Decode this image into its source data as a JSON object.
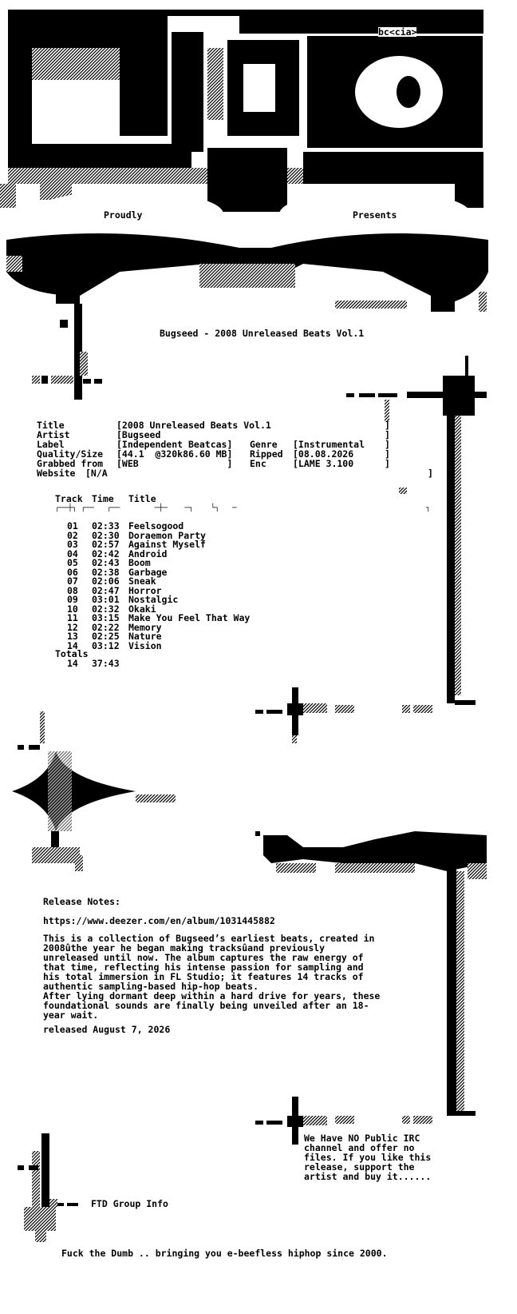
{
  "header": {
    "credit": "bc<cia>",
    "proudly": "Proudly",
    "presents": "Presents",
    "release_title": "Bugseed - 2008 Unreleased Beats Vol.1"
  },
  "info": {
    "title_label": "Title",
    "title_value": "[2008 Unreleased Beats Vol.1",
    "artist_label": "Artist",
    "artist_value": "[Bugseed",
    "label_label": "Label",
    "label_value": "[Independent Beatcas]",
    "genre_label": "Genre",
    "genre_value": "[Instrumental",
    "quality_label": "Quality/Size",
    "quality_value": "[44.1  @320k86.60 MB]",
    "ripped_label": "Ripped",
    "ripped_value": "[08.08.2026",
    "grabbed_label": "Grabbed from",
    "grabbed_value": "[WEB                ]",
    "enc_label": "Enc",
    "enc_value": "[LAME 3.100",
    "website_label": "Website",
    "website_value": "[N/A",
    "close_bracket": "]"
  },
  "tracklist": {
    "header_track": "Track",
    "header_time": "Time",
    "header_title": "Title",
    "rule": "┌──┼┐ ┌──   ┌──        ─┼─    ─┐    └┐   ─",
    "rule_end": "┐",
    "tracks": [
      {
        "no": "01",
        "time": "02:33",
        "title": "Feelsogood"
      },
      {
        "no": "02",
        "time": "02:30",
        "title": "Doraemon Party"
      },
      {
        "no": "03",
        "time": "02:57",
        "title": "Against Myself"
      },
      {
        "no": "04",
        "time": "02:42",
        "title": "Android"
      },
      {
        "no": "05",
        "time": "02:43",
        "title": "Boom"
      },
      {
        "no": "06",
        "time": "02:38",
        "title": "Garbage"
      },
      {
        "no": "07",
        "time": "02:06",
        "title": "Sneak"
      },
      {
        "no": "08",
        "time": "02:47",
        "title": "Horror"
      },
      {
        "no": "09",
        "time": "03:01",
        "title": "Nostalgic"
      },
      {
        "no": "10",
        "time": "02:32",
        "title": "Okaki"
      },
      {
        "no": "11",
        "time": "03:15",
        "title": "Make You Feel That Way"
      },
      {
        "no": "12",
        "time": "02:22",
        "title": "Memory"
      },
      {
        "no": "13",
        "time": "02:25",
        "title": "Nature"
      },
      {
        "no": "14",
        "time": "03:12",
        "title": "Vision"
      }
    ],
    "totals_label": "Totals",
    "totals_count": "14",
    "totals_time": "37:43"
  },
  "notes": {
    "heading": "Release Notes:",
    "url": "https://www.deezer.com/en/album/1031445882",
    "body": "This is a collection of Bugseed’s earliest beats, created in\n2008ûthe year he began making tracksûand previously\nunreleased until now. The album captures the raw energy of\nthat time, reflecting his intense passion for sampling and\nhis total immersion in FL Studio; it features 14 tracks of\nauthentic sampling-based hip-hop beats.\nAfter lying dormant deep within a hard drive for years, these\nfoundational sounds are finally being unveiled after an 18-\nyear wait.",
    "released": "released August 7, 2026"
  },
  "footer": {
    "irc": "We Have NO Public IRC\nchannel and offer no\nfiles. If you like this\nrelease, support the\nartist and buy it......",
    "group_info": "FTD Group Info",
    "tagline": "Fuck the Dumb .. bringing you e-beefless hiphop since 2000."
  }
}
